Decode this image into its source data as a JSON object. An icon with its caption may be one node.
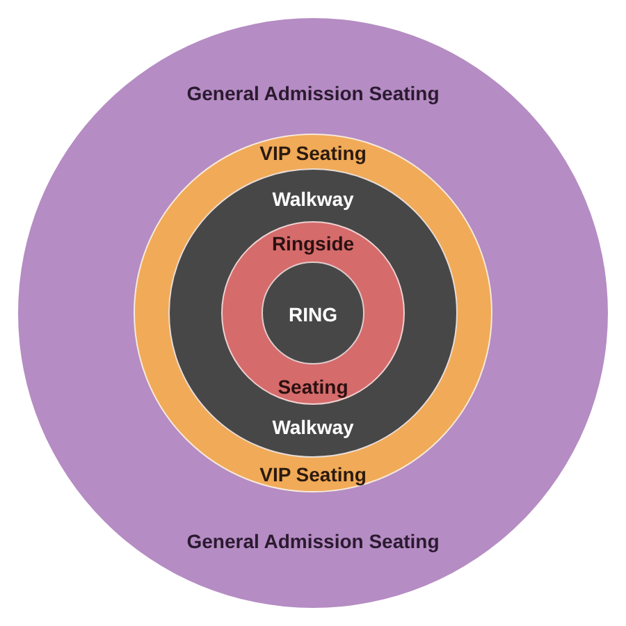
{
  "diagram": {
    "nodes": [
      {
        "text": [
          "General Admission Seating",
          "General Admission Seating"
        ]
      },
      {
        "text": [
          "VIP Seating",
          "VIP Seating"
        ],
        "in": 0
      },
      {
        "text": [
          "Walkway",
          "Walkway"
        ],
        "in": 1
      },
      {
        "text": [
          "Ringside",
          "Seating"
        ],
        "in": 2
      },
      {
        "text": [
          "RING"
        ],
        "in": 3
      }
    ]
  }
}
